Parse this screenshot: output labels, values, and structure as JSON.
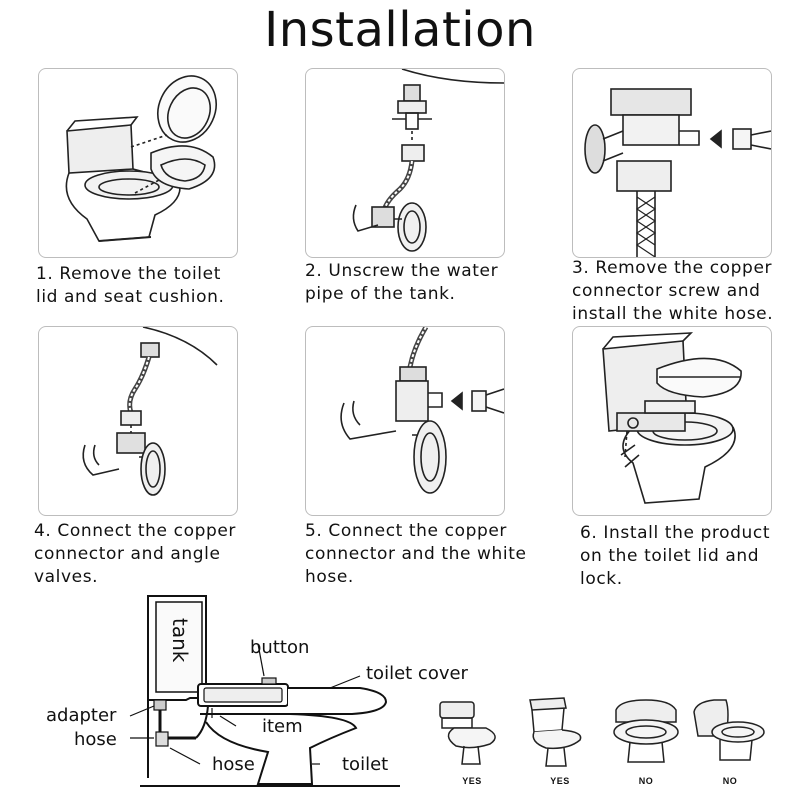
{
  "page": {
    "title": "Installation"
  },
  "steps": [
    {
      "lines": [
        "1. Remove the toilet",
        "lid and seat cushion."
      ]
    },
    {
      "lines": [
        "2. Unscrew the water",
        "pipe of the tank."
      ]
    },
    {
      "lines": [
        "3. Remove the copper",
        "connector screw and",
        "install the white hose."
      ]
    },
    {
      "lines": [
        "4. Connect the copper",
        "connector and angle",
        "valves."
      ]
    },
    {
      "lines": [
        "5. Connect the copper",
        "connector and the white",
        "hose."
      ]
    },
    {
      "lines": [
        "6. Install the product",
        "on the toilet lid and",
        "lock."
      ]
    }
  ],
  "diagram": {
    "tank": "tank",
    "button": "button",
    "toilet_cover": "toilet cover",
    "adapter": "adapter",
    "hose_left": "hose",
    "item": "item",
    "hose": "hose",
    "toilet": "toilet"
  },
  "compatibility": [
    {
      "label": "YES",
      "icon": "round-toilet-icon"
    },
    {
      "label": "YES",
      "icon": "classic-toilet-icon"
    },
    {
      "label": "NO",
      "icon": "one-piece-toilet-icon"
    },
    {
      "label": "NO",
      "icon": "wall-hung-toilet-icon"
    }
  ]
}
